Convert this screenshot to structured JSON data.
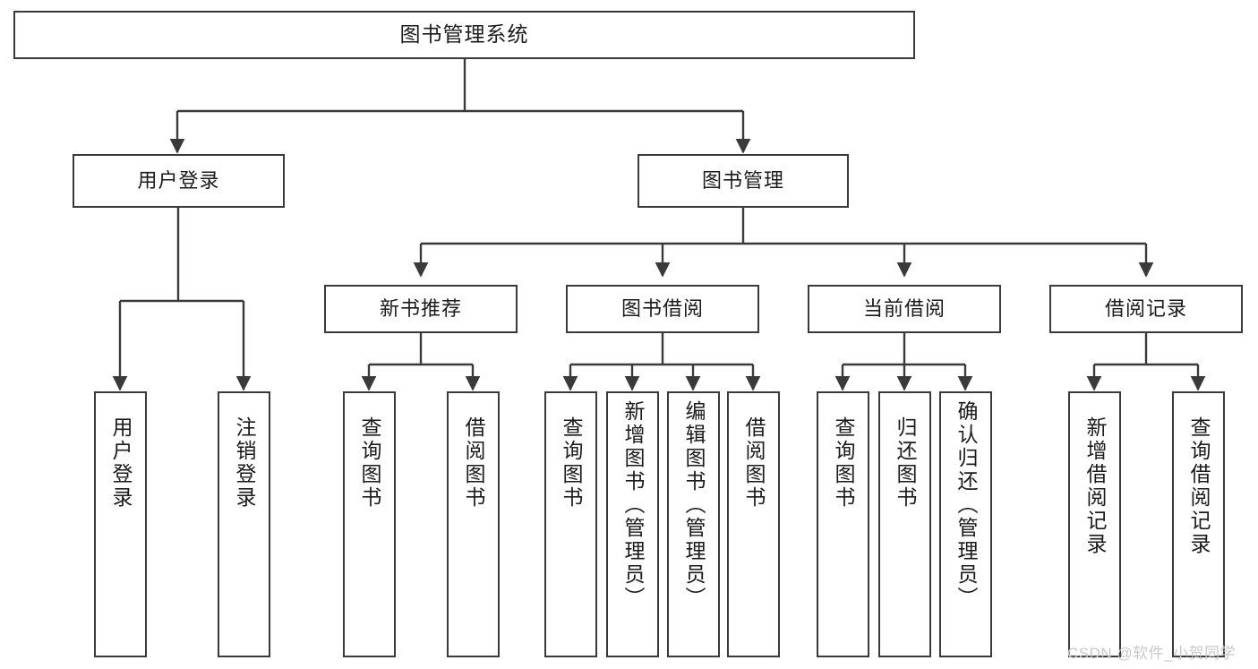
{
  "diagram": {
    "title": "图书管理系统",
    "type": "functional-structure-tree",
    "watermark": "CSDN @软件_小贺同学",
    "colors": {
      "box_border": "#3a3a3a",
      "box_fill": "#ffffff",
      "connector": "#3a3a3a",
      "text": "#1b1b1b",
      "watermark": "#c9c9c9",
      "background": "#ffffff"
    },
    "root": {
      "label": "图书管理系统"
    },
    "level2": [
      {
        "label": "用户登录"
      },
      {
        "label": "图书管理"
      }
    ],
    "level3": [
      {
        "label": "新书推荐"
      },
      {
        "label": "图书借阅"
      },
      {
        "label": "当前借阅"
      },
      {
        "label": "借阅记录"
      }
    ],
    "leaves": {
      "user_login": [
        {
          "label": "用户登录"
        },
        {
          "label": "注销登录"
        }
      ],
      "new_book_recommend": [
        {
          "label": "查询图书"
        },
        {
          "label": "借阅图书"
        }
      ],
      "book_borrow": [
        {
          "label": "查询图书"
        },
        {
          "label": "新增图书（管理员）"
        },
        {
          "label": "编辑图书（管理员）"
        },
        {
          "label": "借阅图书"
        }
      ],
      "current_borrow": [
        {
          "label": "查询图书"
        },
        {
          "label": "归还图书"
        },
        {
          "label": "确认归还（管理员）"
        }
      ],
      "borrow_record": [
        {
          "label": "新增借阅记录"
        },
        {
          "label": "查询借阅记录"
        }
      ]
    }
  }
}
